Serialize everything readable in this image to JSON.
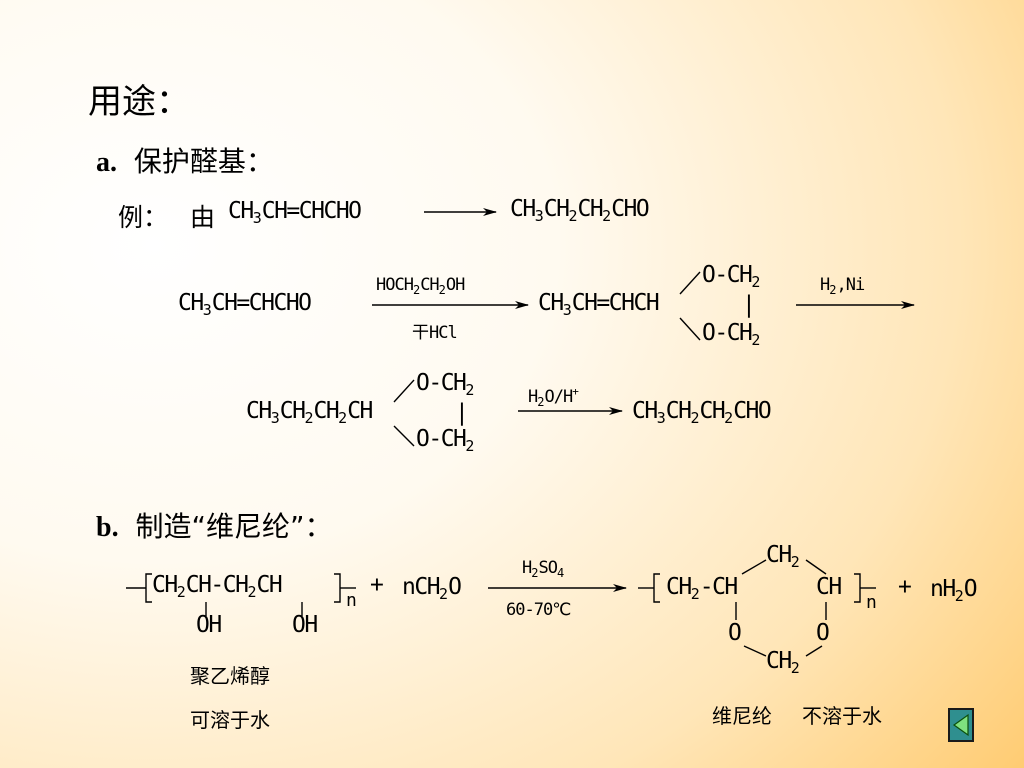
{
  "title": "用途：",
  "section_a": {
    "label": "a.",
    "title": "保护醛基：",
    "example_prefix": "例：",
    "example_by": "由"
  },
  "reaction_1": {
    "acrolein_prefix": "CH",
    "reagent_top": "HOCH",
    "reagent_bottom_prefix": "干",
    "reagent_bottom": "HCl",
    "reagent_h2ni": "H",
    "ring_o": "O-CH",
    "ring_bar": "|"
  },
  "reaction_2": {
    "reagent": "H"
  },
  "section_b": {
    "label": "b.",
    "title": "制造“维尼纶”：",
    "plus_1": "+",
    "plus_2": "+",
    "reagent_top": "H",
    "reagent_bottom": "60-70",
    "reagent_unit": "℃",
    "oh_1": "OH",
    "oh_2": "OH",
    "ring_o_left": "O",
    "ring_o_right": "O",
    "subscript_n": "n",
    "polyvinyl_alcohol": "聚乙烯醇",
    "pva_property": "可溶于水",
    "vinylon": "维尼纶",
    "vinylon_property": "不溶于水"
  }
}
